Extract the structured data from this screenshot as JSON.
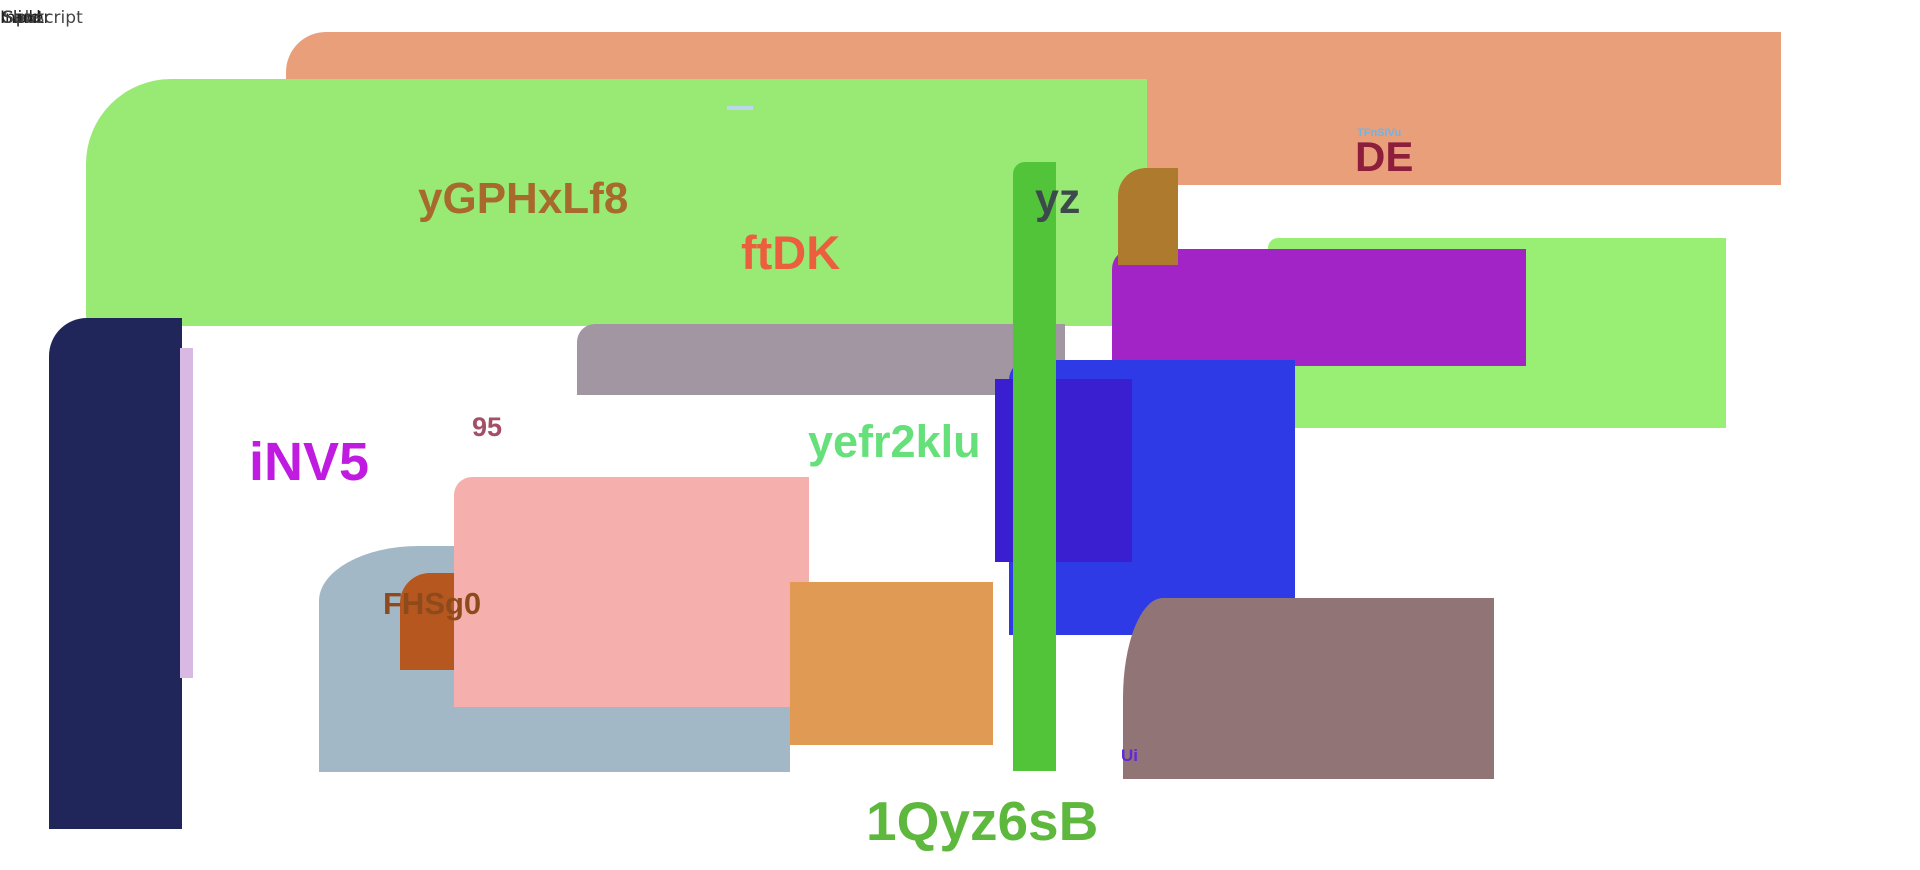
{
  "corner_labels": [
    "Input",
    "Card",
    "Slider",
    "Subscript"
  ],
  "labels": {
    "ygphxlf8": "yGPHxLf8",
    "ftdk": "ftDK",
    "yz": "yz",
    "de": "DE",
    "tfnsivu": "TFnSIVu",
    "inv5": "iNV5",
    "n95": "95",
    "yefr2klu": "yefr2klu",
    "fhsg0": "FHSg0",
    "ui": "Ui",
    "qyz6sb": "1Qyz6sB"
  },
  "colors": {
    "salmon": "#e89f7a",
    "light_green": "#99ea74",
    "navy": "#21265a",
    "bright_green": "#52c43a",
    "blue": "#2e3ae6",
    "purple": "#a324c6",
    "pink": "#f5b0ad",
    "steel": "#a3b8c7",
    "orange": "#e09a54",
    "taupe": "#917576",
    "mauve": "#a396a3"
  }
}
